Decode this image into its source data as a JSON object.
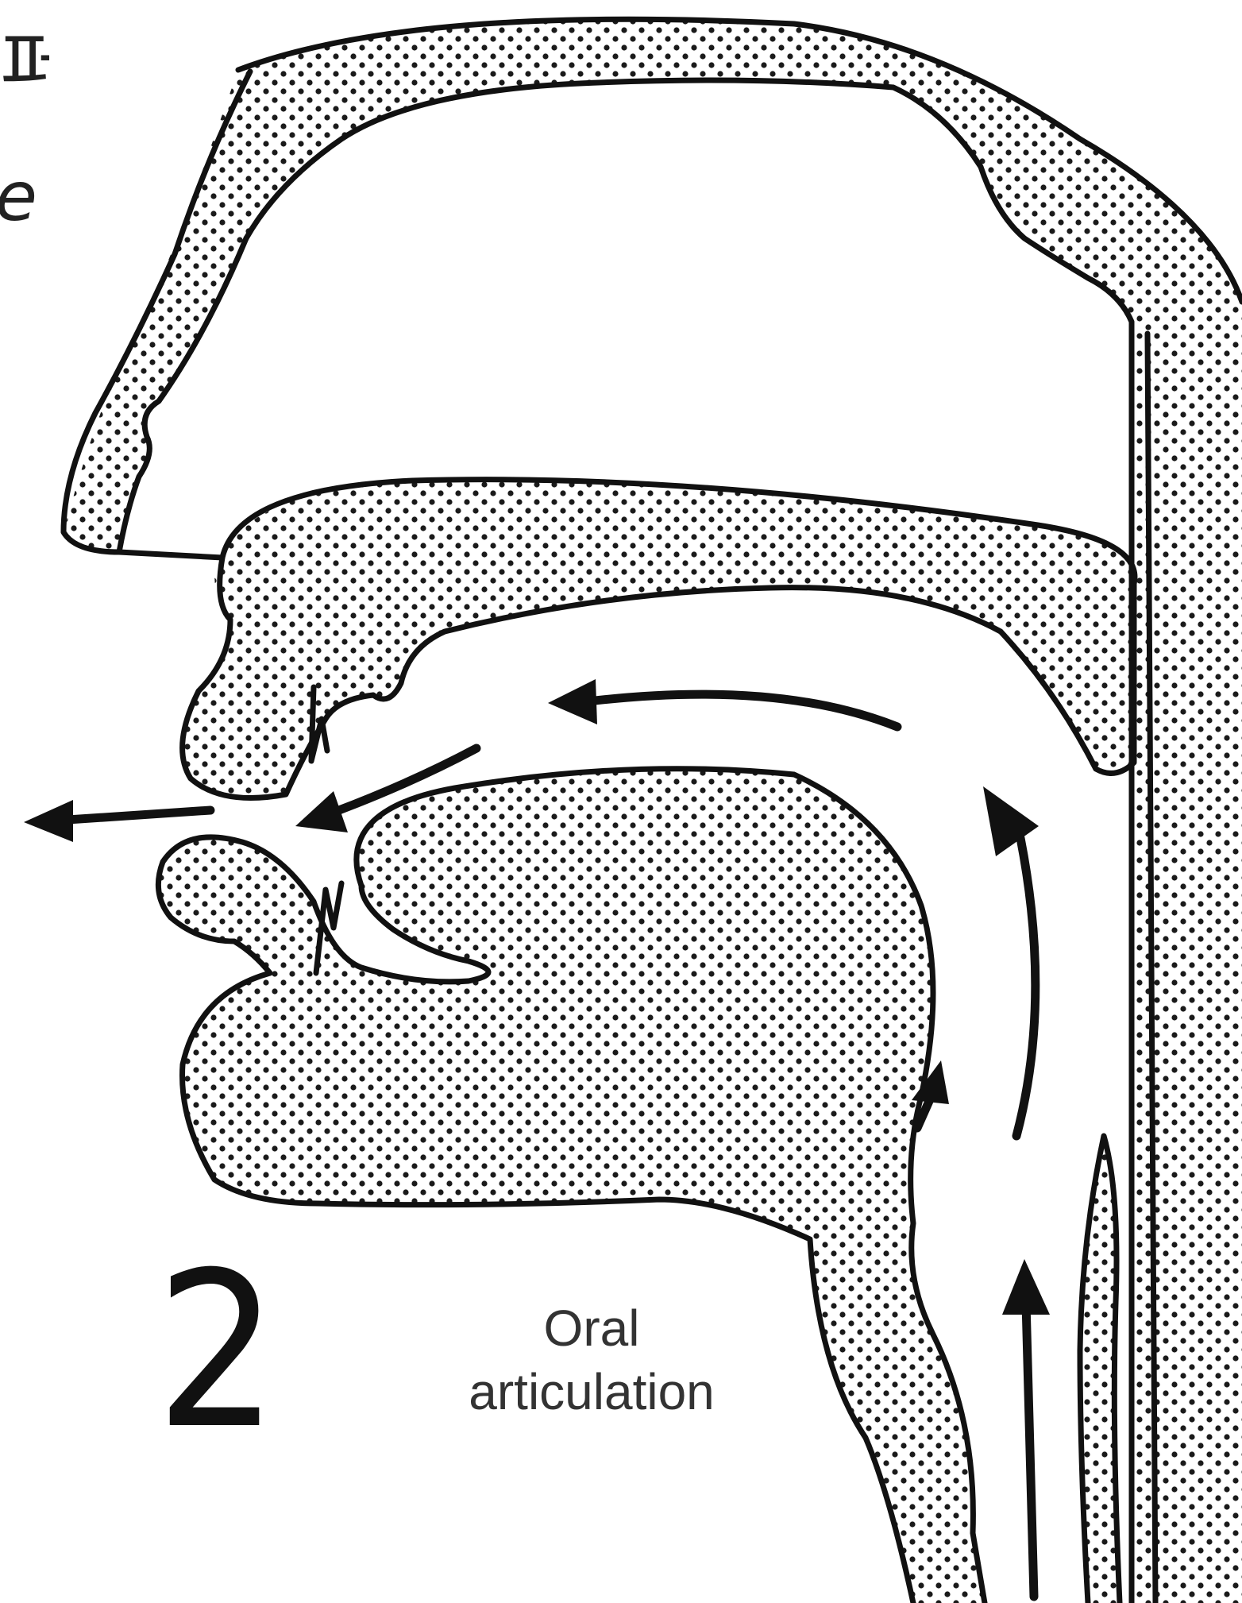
{
  "figure": {
    "panel_number": "2",
    "caption_line1": "Oral",
    "caption_line2": "articulation",
    "corner_text_1": "퍼",
    "corner_text_2": "e"
  },
  "style": {
    "outline_color": "#111111",
    "tissue_dot_color": "#1a1a1a",
    "background_color": "#ffffff"
  }
}
